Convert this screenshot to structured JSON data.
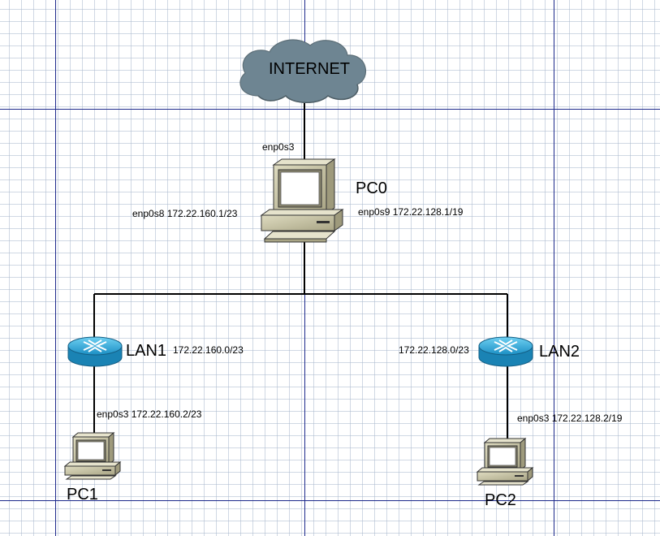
{
  "cloud": {
    "label": "INTERNET",
    "fill": "#6e8592"
  },
  "pc0": {
    "name": "PC0",
    "if_top": "enp0s3",
    "if_left": "enp0s8 172.22.160.1/23",
    "if_right": "enp0s9 172.22.128.1/19"
  },
  "lan1": {
    "name": "LAN1",
    "network": "172.22.160.0/23"
  },
  "lan2": {
    "name": "LAN2",
    "network": "172.22.128.0/23"
  },
  "pc1": {
    "name": "PC1",
    "interface": "enp0s3 172.22.160.2/23"
  },
  "pc2": {
    "name": "PC2",
    "interface": "enp0s3 172.22.128.2/19"
  },
  "colors": {
    "page_border": "#1e2a8c",
    "router": "#1b8fc4",
    "pc_body": "#c9c5a6",
    "screen": "#ffffff",
    "link": "#000000"
  }
}
